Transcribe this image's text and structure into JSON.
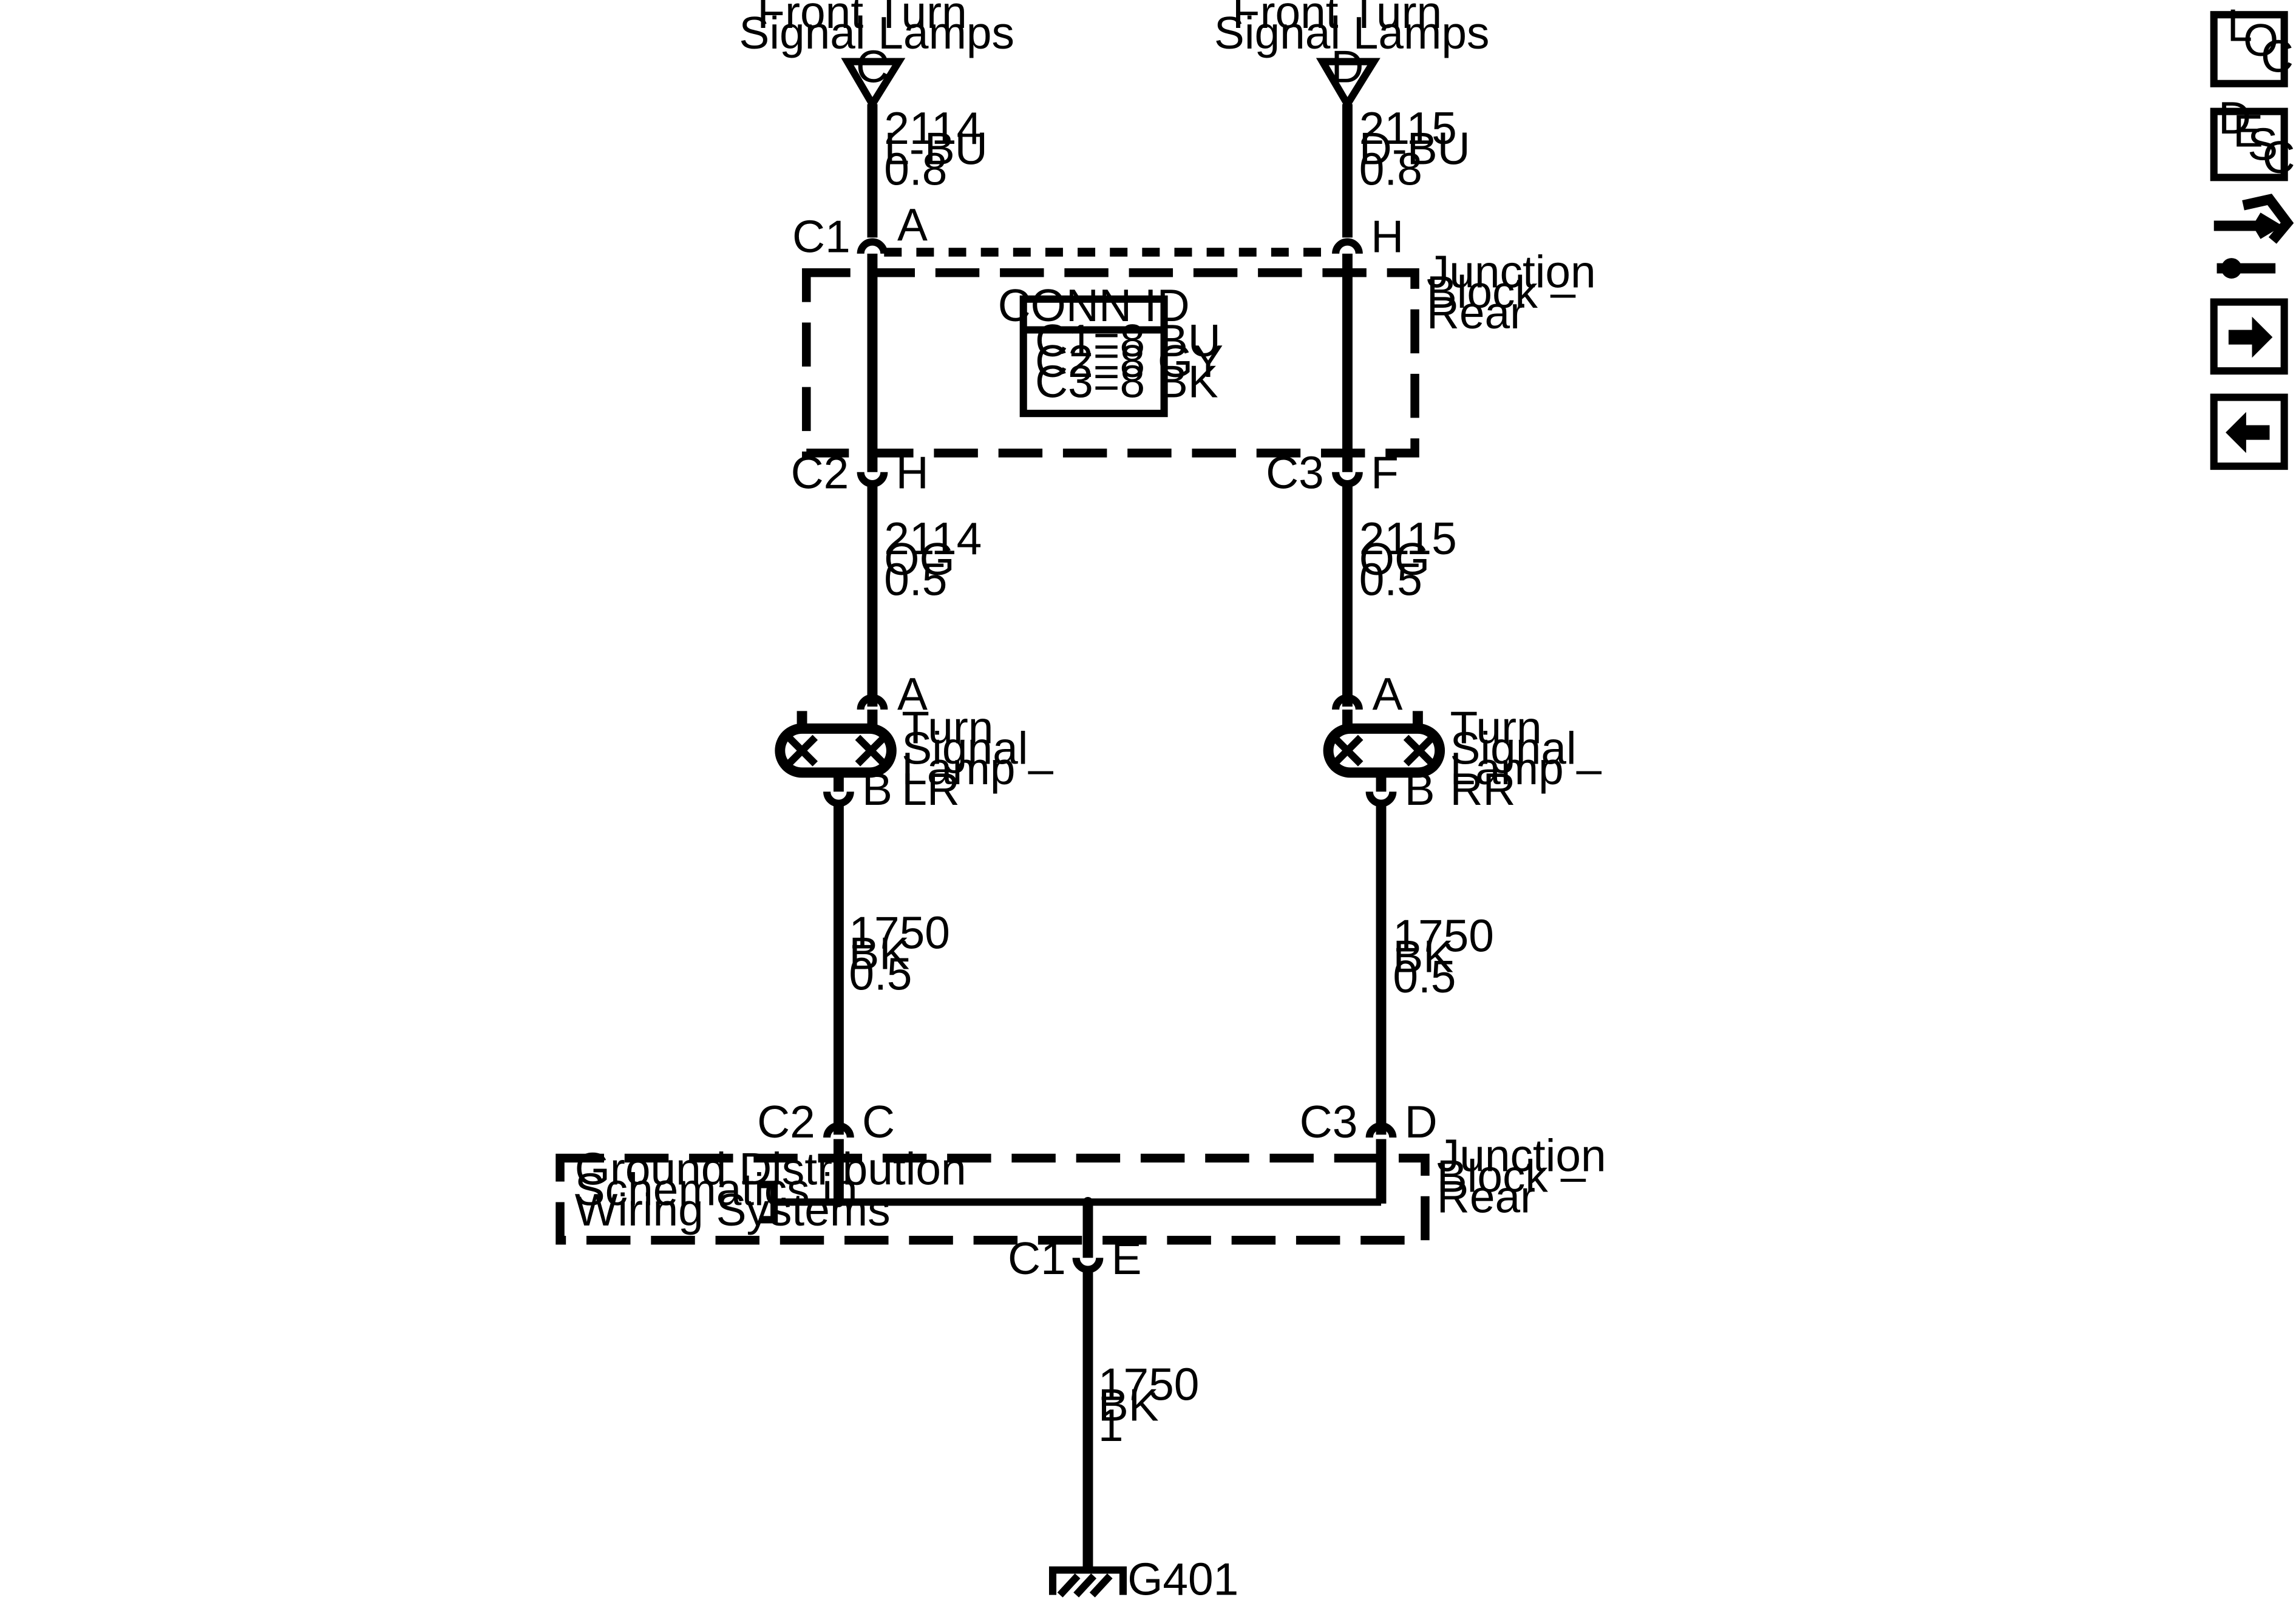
{
  "upper_left": {
    "source_label": [
      "Front Turn",
      "Signal Lamps"
    ],
    "source_pin": "C",
    "circuit": "2114",
    "color": "L-BU",
    "gauge": "0.8"
  },
  "upper_right": {
    "source_label": [
      "Front Turn",
      "Signal Lamps"
    ],
    "source_pin": "D",
    "circuit": "2115",
    "color": "D-BU",
    "gauge": "0.8"
  },
  "jb_top": {
    "c1": "C1",
    "pin_a": "A",
    "pin_h": "H",
    "label": [
      "Junction",
      "Block –",
      "Rear"
    ],
    "conn_id": {
      "title": "CONN ID",
      "lines": [
        "C1=8 BU",
        "C2=8 GY",
        "C3=8 BK"
      ]
    },
    "c2": "C2",
    "c2_pin": "H",
    "c3": "C3",
    "c3_pin": "F"
  },
  "mid_left": {
    "circuit": "2114",
    "color": "OG",
    "gauge": "0.5"
  },
  "mid_right": {
    "circuit": "2115",
    "color": "OG",
    "gauge": "0.5"
  },
  "lamp_lr": {
    "pin_a": "A",
    "pin_b": "B",
    "label": [
      "Turn",
      "Signal",
      "Lamp –",
      "LR"
    ]
  },
  "lamp_rr": {
    "pin_a": "A",
    "pin_b": "B",
    "label": [
      "Turn",
      "Signal",
      "Lamp –",
      "RR"
    ]
  },
  "low_left": {
    "circuit": "1750",
    "color": "BK",
    "gauge": "0.5"
  },
  "low_right": {
    "circuit": "1750",
    "color": "BK",
    "gauge": "0.5"
  },
  "jb_bottom": {
    "c2": "C2",
    "c2_pin": "C",
    "c3": "C3",
    "c3_pin": "D",
    "label": [
      "Junction",
      "Block –",
      "Rear"
    ],
    "ref": [
      "Ground Distribution",
      "Schematics in",
      "Wiring Systems"
    ],
    "c1": "C1",
    "c1_pin": "E"
  },
  "ground": {
    "circuit": "1750",
    "color": "BK",
    "gauge": "1",
    "id": "G401"
  },
  "nav": {
    "loc": [
      "L",
      "O",
      "C"
    ],
    "desc": [
      "D",
      "E",
      "S",
      "C"
    ],
    "connector_end_view": "connector-end-view-icon",
    "next": "right-arrow-icon",
    "prev": "left-arrow-icon"
  }
}
